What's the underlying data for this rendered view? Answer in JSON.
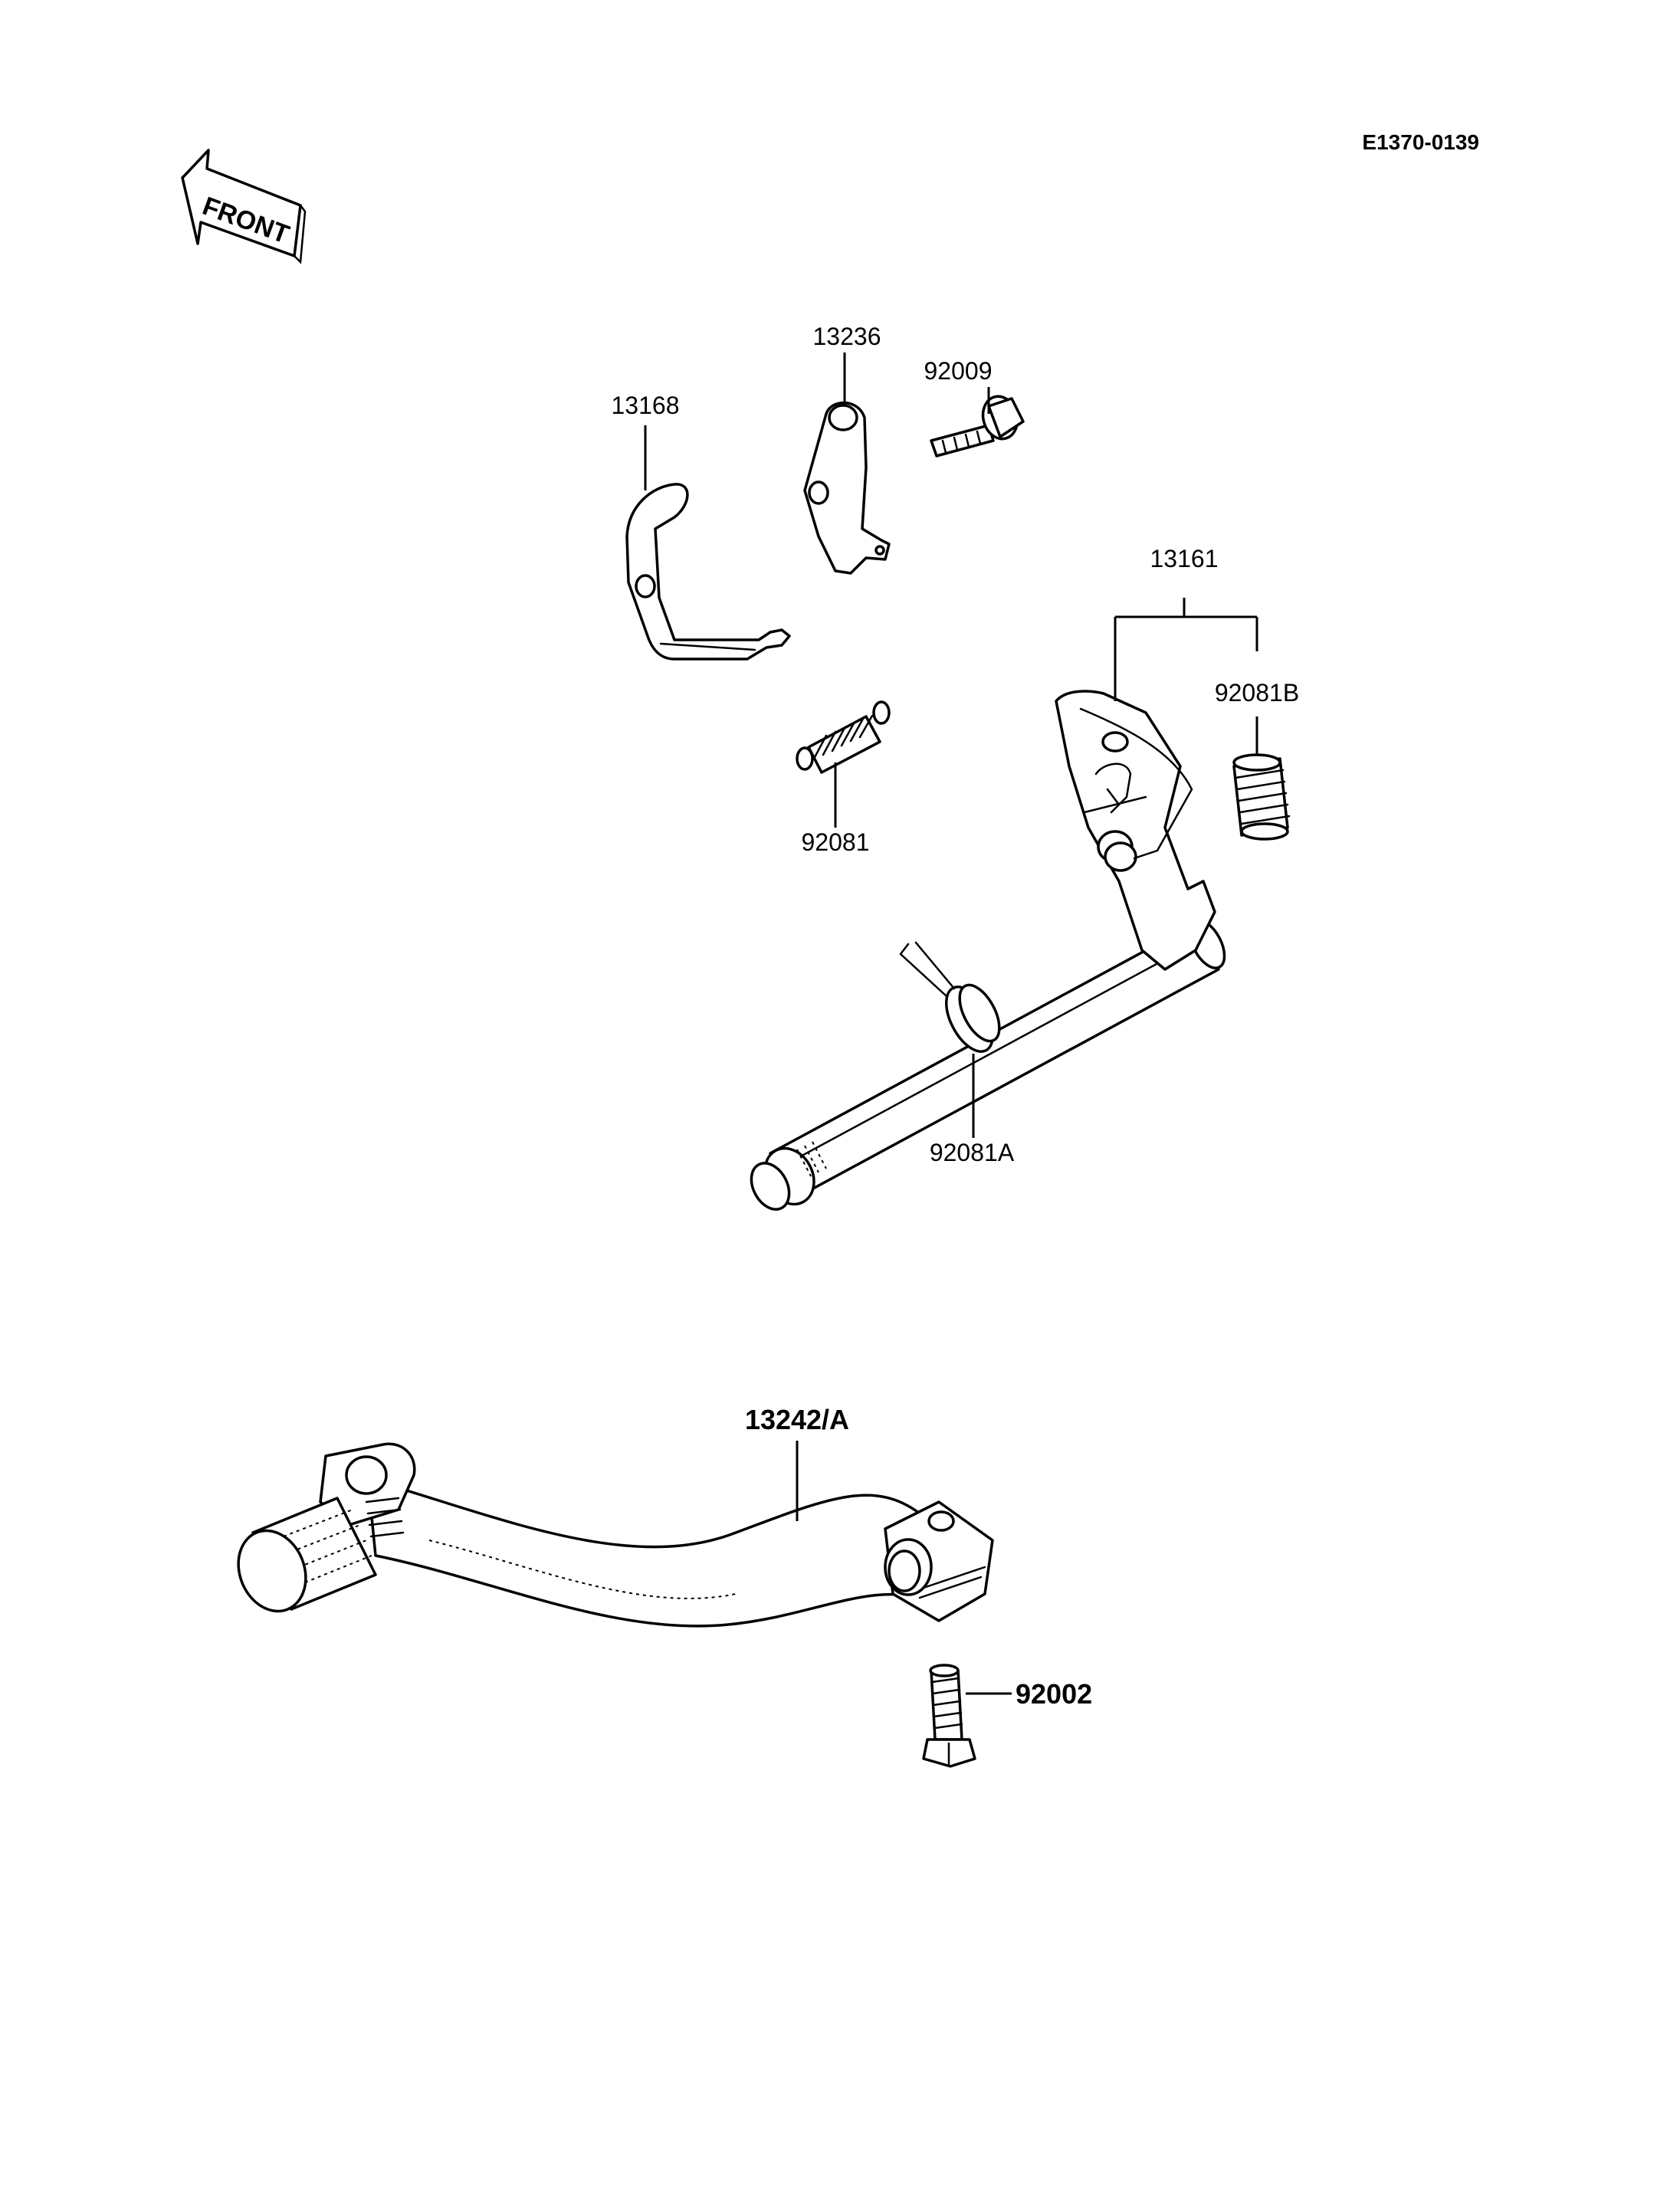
{
  "diagram_code": "E1370-0139",
  "front_arrow": {
    "label": "FRONT",
    "icon": "front-direction-arrow-icon"
  },
  "parts": [
    {
      "id": "13168",
      "label": "13168"
    },
    {
      "id": "13236",
      "label": "13236"
    },
    {
      "id": "92009",
      "label": "92009"
    },
    {
      "id": "13161",
      "label": "13161"
    },
    {
      "id": "92081B",
      "label": "92081B"
    },
    {
      "id": "92081",
      "label": "92081"
    },
    {
      "id": "92081A",
      "label": "92081A"
    },
    {
      "id": "13242A",
      "label": "13242/A"
    },
    {
      "id": "92002",
      "label": "92002"
    }
  ]
}
